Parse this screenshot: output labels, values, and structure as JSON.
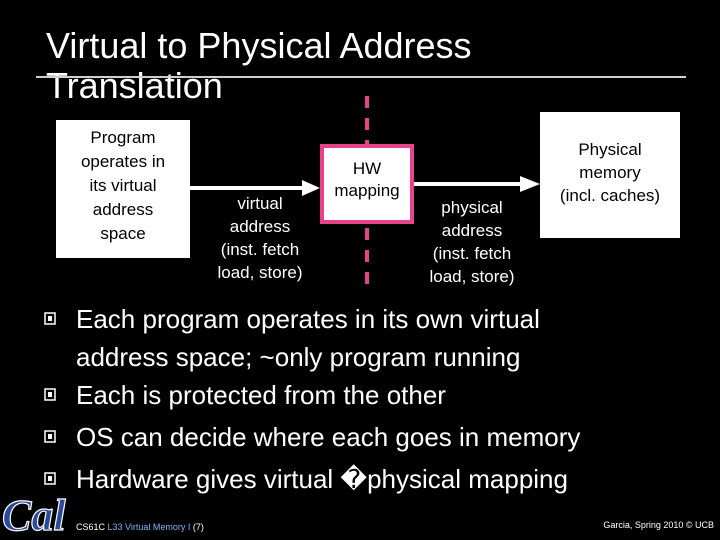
{
  "slide": {
    "title": "Virtual to Physical Address Translation",
    "colors": {
      "background": "#000000",
      "text": "#ffffff",
      "box": "#ffffff",
      "hw_box_border": "#e8438a",
      "divider_dash": "#e8438a",
      "bullet": "#ffffff",
      "footer_accent": "#7fb0ff",
      "logo_blue": "#2b4a9b"
    }
  },
  "diagram": {
    "program_box": [
      "Program",
      "operates in",
      "its virtual",
      "address",
      "space"
    ],
    "virtual_label": [
      "virtual",
      "address",
      "(inst. fetch",
      "load, store)"
    ],
    "hw_box": [
      "HW",
      "mapping"
    ],
    "physical_label": [
      "physical",
      "address",
      "(inst. fetch",
      "load, store)"
    ],
    "memory_box": [
      "Physical",
      "memory",
      "(incl. caches)"
    ]
  },
  "bullets": [
    {
      "line1": "Each program operates in its own virtual",
      "line2": "address space; ~only program running"
    },
    {
      "line1": "Each is protected from the other",
      "line2": ""
    },
    {
      "line1": "OS can decide where each goes in memory",
      "line2": ""
    },
    {
      "line1": "Hardware gives virtual �physical mapping",
      "line2": ""
    }
  ],
  "footer": {
    "course": "CS61C",
    "lecture": "L33 Virtual Memory I",
    "page": "(7)",
    "credit": "Garcia, Spring 2010 © UCB"
  },
  "logo": {
    "text": "Cal",
    "icon": "cal-logo-icon"
  }
}
